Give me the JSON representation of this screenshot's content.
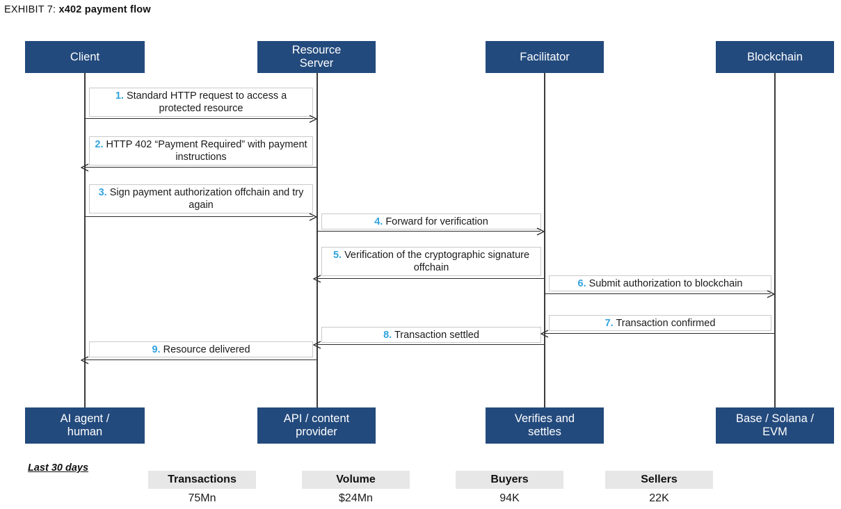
{
  "title": {
    "label": "EXHIBIT 7:",
    "name": "x402 payment flow"
  },
  "actors": [
    {
      "id": "client",
      "top_label": "Client",
      "bottom_label_1": "AI agent /",
      "bottom_label_2": "human"
    },
    {
      "id": "resource-server",
      "top_label_1": "Resource",
      "top_label_2": "Server",
      "bottom_label_1": "API / content",
      "bottom_label_2": "provider"
    },
    {
      "id": "facilitator",
      "top_label": "Facilitator",
      "bottom_label_1": "Verifies and",
      "bottom_label_2": "settles"
    },
    {
      "id": "blockchain",
      "top_label": "Blockchain",
      "bottom_label_1": "Base / Solana /",
      "bottom_label_2": "EVM"
    }
  ],
  "messages": [
    {
      "num": "1.",
      "text": "Standard HTTP request to access a protected resource",
      "from": "client",
      "to": "resource-server"
    },
    {
      "num": "2.",
      "text": "HTTP 402 “Payment Required” with payment instructions",
      "from": "resource-server",
      "to": "client"
    },
    {
      "num": "3.",
      "text": "Sign payment authorization offchain and try again",
      "from": "client",
      "to": "resource-server"
    },
    {
      "num": "4.",
      "text": "Forward for verification",
      "from": "resource-server",
      "to": "facilitator"
    },
    {
      "num": "5.",
      "text": "Verification of the cryptographic signature offchain",
      "from": "facilitator",
      "to": "resource-server"
    },
    {
      "num": "6.",
      "text": "Submit authorization to blockchain",
      "from": "facilitator",
      "to": "blockchain"
    },
    {
      "num": "7.",
      "text": "Transaction confirmed",
      "from": "blockchain",
      "to": "facilitator"
    },
    {
      "num": "8.",
      "text": "Transaction settled",
      "from": "facilitator",
      "to": "resource-server"
    },
    {
      "num": "9.",
      "text": "Resource delivered",
      "from": "resource-server",
      "to": "client"
    }
  ],
  "stats": {
    "period_label": "Last 30 days",
    "items": [
      {
        "header": "Transactions",
        "value": "75Mn"
      },
      {
        "header": "Volume",
        "value": "$24Mn"
      },
      {
        "header": "Buyers",
        "value": "94K"
      },
      {
        "header": "Sellers",
        "value": "22K"
      }
    ]
  },
  "colors": {
    "actor_box": "#234A7D",
    "step_number": "#31A3DE",
    "stat_header_bg": "#E7E7E7",
    "line": "#2b2b2b"
  }
}
